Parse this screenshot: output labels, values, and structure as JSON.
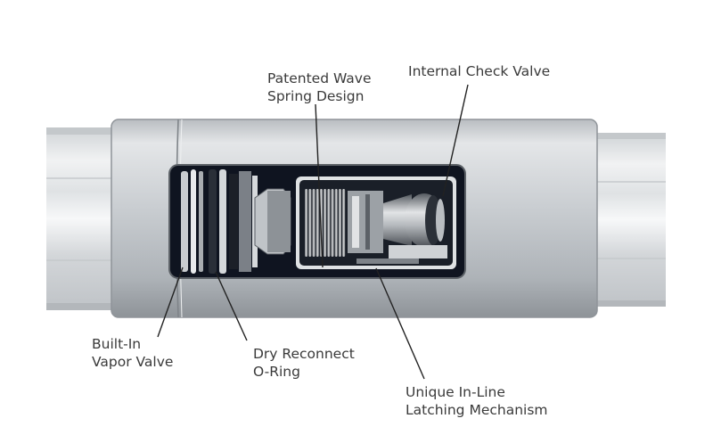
{
  "callouts": {
    "patented_wave_spring": {
      "line1": "Patented Wave",
      "line2": "Spring Design"
    },
    "internal_check_valve": {
      "line1": "Internal Check Valve"
    },
    "built_in_vapor_valve": {
      "line1": "Built-In",
      "line2": "Vapor Valve"
    },
    "dry_reconnect_oring": {
      "line1": "Dry Reconnect",
      "line2": "O-Ring"
    },
    "inline_latching": {
      "line1": "Unique In-Line",
      "line2": "Latching Mechanism"
    }
  },
  "colors": {
    "label_text": "#3a3a3a",
    "leader_line": "#222222",
    "aluminum_light": "#dcdfe2",
    "aluminum_dark": "#9ea3a8",
    "cavity": "#101622"
  }
}
